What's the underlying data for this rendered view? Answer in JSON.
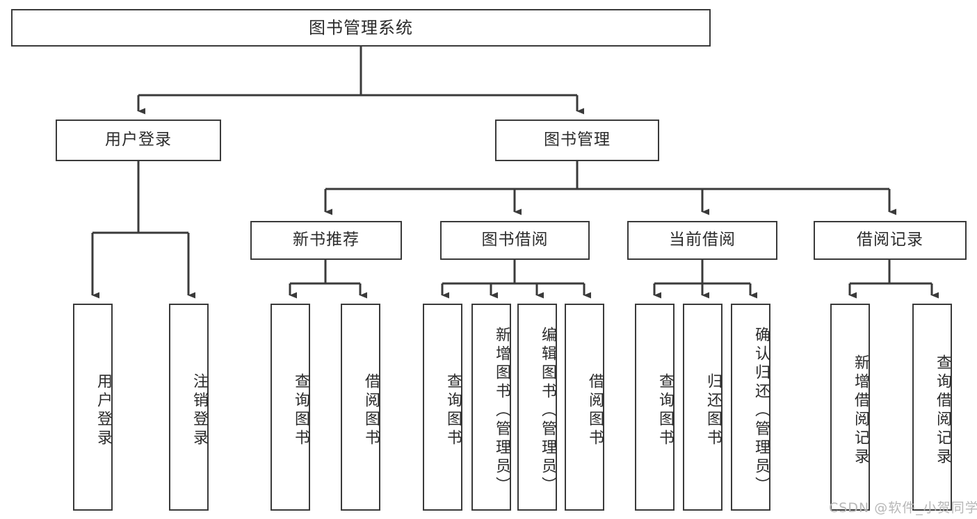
{
  "diagram": {
    "type": "tree-hierarchy-chart",
    "title": "图书管理系统",
    "line_color": "#3a3a3a",
    "text_color": "#2b2b2b",
    "background": "#ffffff",
    "root": {
      "label": "图书管理系统"
    },
    "level2": [
      {
        "label": "用户登录"
      },
      {
        "label": "图书管理"
      }
    ],
    "level3": [
      {
        "label": "新书推荐"
      },
      {
        "label": "图书借阅"
      },
      {
        "label": "当前借阅"
      },
      {
        "label": "借阅记录"
      }
    ],
    "leaves": {
      "user_login": [
        {
          "label": "用户登录"
        },
        {
          "label": "注销登录"
        }
      ],
      "new_book_recommend": [
        {
          "label": "查询图书"
        },
        {
          "label": "借阅图书"
        }
      ],
      "book_borrow": [
        {
          "label": "查询图书"
        },
        {
          "label": "新增图书（管理员）"
        },
        {
          "label": "编辑图书（管理员）"
        },
        {
          "label": "借阅图书"
        }
      ],
      "current_borrow": [
        {
          "label": "查询图书"
        },
        {
          "label": "归还图书"
        },
        {
          "label": "确认归还（管理员）"
        }
      ],
      "borrow_record": [
        {
          "label": "新增借阅记录"
        },
        {
          "label": "查询借阅记录"
        }
      ]
    }
  },
  "watermark": {
    "text": "CSDN @软件_小贺同学"
  }
}
